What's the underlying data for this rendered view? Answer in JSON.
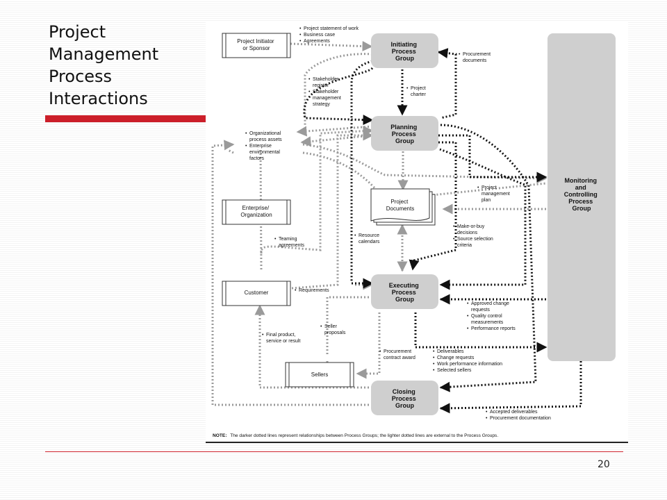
{
  "slide": {
    "title_lines": [
      "Project",
      "Management",
      "Process",
      "Interactions"
    ],
    "page_number": "20"
  },
  "groups": {
    "initiating": [
      "Initiating",
      "Process",
      "Group"
    ],
    "planning": [
      "Planning",
      "Process",
      "Group"
    ],
    "executing": [
      "Executing",
      "Process",
      "Group"
    ],
    "closing": [
      "Closing",
      "Process",
      "Group"
    ],
    "monitoring": [
      "Monitoring",
      "and",
      "Controlling",
      "Process",
      "Group"
    ]
  },
  "entities": {
    "initiator": [
      "Project Initiator",
      "or Sponsor"
    ],
    "enterprise": [
      "Enterprise/",
      "Organization"
    ],
    "customer": [
      "Customer"
    ],
    "sellers": [
      "Sellers"
    ],
    "documents": [
      "Project",
      "Documents"
    ]
  },
  "bullets": {
    "initiator_outputs": [
      "Project statement of work",
      "Business case",
      "Agreements"
    ],
    "procurement_docs": [
      "Procurement",
      "documents"
    ],
    "project_charter": [
      "Project",
      "charter"
    ],
    "stakeholder": [
      "Stakeholder",
      "register",
      "Stakeholder",
      "management",
      "strategy"
    ],
    "org_assets": [
      "Organizational",
      "process assets",
      "Enterprise",
      "environmental",
      "factors"
    ],
    "pm_plan": [
      "Project",
      "management",
      "plan"
    ],
    "make_or_buy": [
      "Make-or-buy",
      "decisions",
      "Source selection",
      "criteria"
    ],
    "resource_calendars": [
      "Resource",
      "calendars"
    ],
    "teaming": [
      "Teaming",
      "agreements"
    ],
    "requirements": [
      "Requirements"
    ],
    "approved_changes": [
      "Approved change",
      "requests",
      "Quality control",
      "measurements",
      "Performance reports"
    ],
    "seller_proposals": [
      "Seller",
      "proposals"
    ],
    "final_product": [
      "Final product,",
      "service or result"
    ],
    "procurement_award": [
      "Procurement",
      "contract award"
    ],
    "deliverables": [
      "Deliverables",
      "Change requests",
      "Work performance information",
      "Selected sellers"
    ],
    "accepted": [
      "Accepted deliverables",
      "Procurement documentation"
    ]
  },
  "note": {
    "label": "NOTE:",
    "text": "The darker dotted lines represent relationships between Process Groups; the lighter dotted lines are external to the Process Groups."
  },
  "colors": {
    "accent_red": "#cc1f2a",
    "group_fill": "#cfcfcf",
    "dark_line": "#111111",
    "light_line": "#9a9a9a"
  }
}
